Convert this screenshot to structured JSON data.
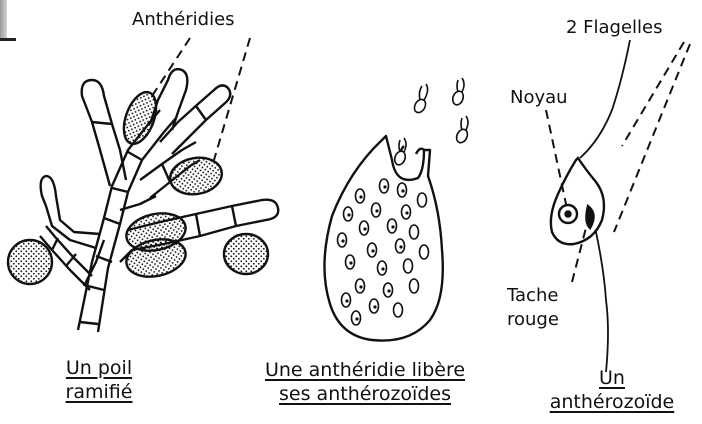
{
  "labels": {
    "antheridies": "Anthéridies",
    "flagelles": "2 Flagelles",
    "noyau": "Noyau",
    "tache_line1": "Tache",
    "tache_line2": "rouge"
  },
  "captions": {
    "poil": [
      "Un poil",
      "ramifié"
    ],
    "antheridie": [
      "Une anthéridie libère",
      "ses anthérozoïdes"
    ],
    "antherozoide": [
      "Un",
      "anthérozoïde"
    ]
  },
  "colors": {
    "ink": "#111111",
    "background": "#ffffff"
  }
}
